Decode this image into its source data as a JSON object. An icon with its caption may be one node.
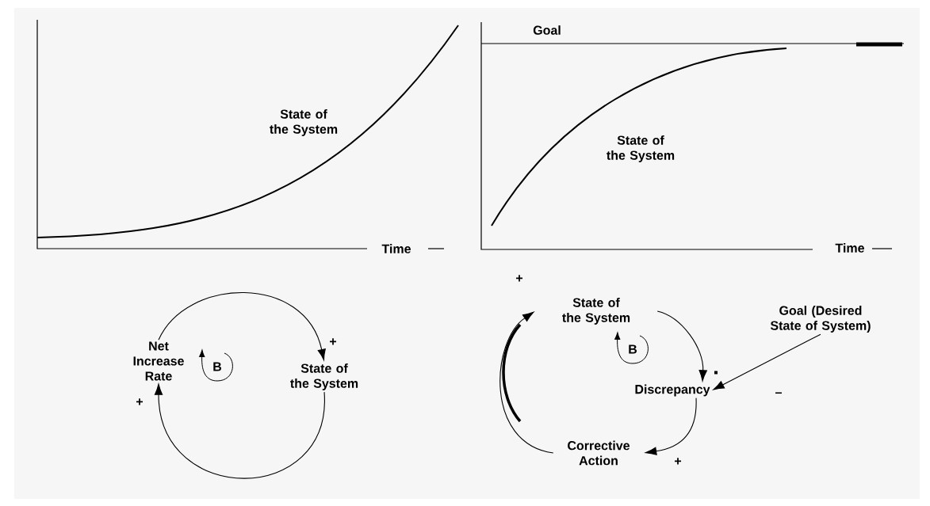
{
  "diagram": {
    "nodes": [
      {
        "text": [
          "Net Increase Rate"
        ]
      },
      {
        "text": [
          "State of the System"
        ]
      },
      {
        "text": [
          "State of the System"
        ]
      },
      {
        "text": [
          "Discrepancy"
        ]
      },
      {
        "text": [
          "Corrective Action"
        ]
      },
      {
        "text": [
          "Goal (Desired State of System)"
        ]
      }
    ],
    "edges": [
      {
        "from": 0,
        "to": 1,
        "arrow": "to",
        "label": "+"
      },
      {
        "from": 1,
        "to": 0,
        "arrow": "to",
        "label": "+"
      },
      {
        "from": 2,
        "to": 3,
        "arrow": "to",
        "label": "▪"
      },
      {
        "from": 3,
        "to": 4,
        "arrow": "to",
        "label": "+"
      },
      {
        "from": 4,
        "to": 2,
        "arrow": "to",
        "label": "+"
      },
      {
        "from": 5,
        "to": 3,
        "arrow": "to",
        "label": "–"
      }
    ],
    "labels": [
      "State of the System",
      "Time",
      "Goal",
      "State of the System",
      "Time",
      "B",
      "B"
    ]
  }
}
